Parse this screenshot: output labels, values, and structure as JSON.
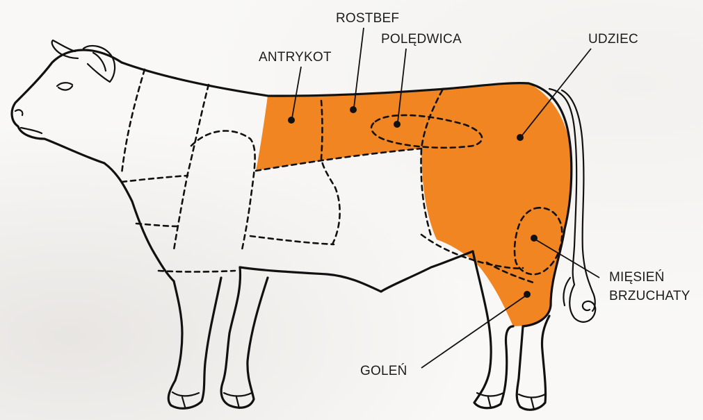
{
  "diagram": {
    "highlight_color": "#f08522",
    "labels": {
      "antrykot": "ANTRYKOT",
      "rostbef": "ROSTBEF",
      "poledwica": "POLĘDWICA",
      "udziec": "UDZIEC",
      "miesien_line1": "MIĘSIEŃ",
      "miesien_line2": "BRZUCHATY",
      "golen": "GOLEŃ"
    }
  }
}
